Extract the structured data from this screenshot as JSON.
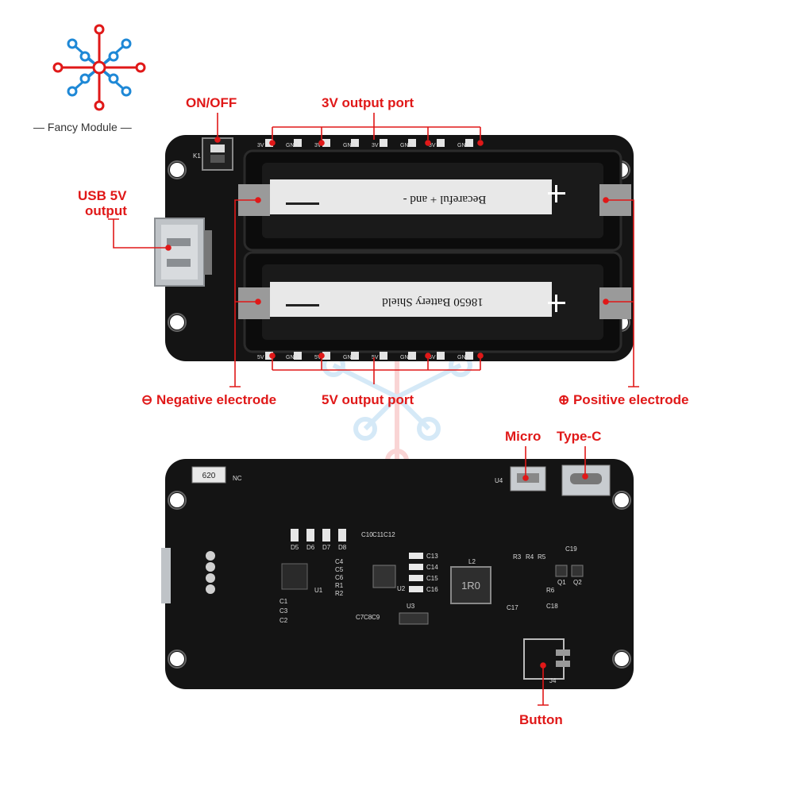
{
  "brand": {
    "name": "Fancy Module",
    "accent_red": "#e01818",
    "accent_blue": "#1e88d6"
  },
  "board_top": {
    "switch_label": "K1",
    "pin_labels": [
      "3V",
      "GND",
      "3V",
      "GND",
      "3V",
      "GND",
      "3V",
      "GND"
    ],
    "pin_labels_bottom": [
      "5V",
      "GND",
      "5V",
      "GND",
      "5V",
      "GND",
      "5V",
      "GND"
    ],
    "holder_text_1": "Becareful + and -",
    "holder_text_2": "18650 Battery Shield"
  },
  "board_bottom": {
    "silkscreen": [
      "NC",
      "U4",
      "D5",
      "D6",
      "D7",
      "D8",
      "C10",
      "C11",
      "C12",
      "C4",
      "C5",
      "C6",
      "R1",
      "R2",
      "U1",
      "C1",
      "C3",
      "C2",
      "U2",
      "C7",
      "C8",
      "C9",
      "U3",
      "C13",
      "C14",
      "C15",
      "C16",
      "L2",
      "R3",
      "R4",
      "R5",
      "C19",
      "Q1",
      "Q2",
      "R6",
      "C17",
      "C18",
      "J4"
    ],
    "resistor_code": "620",
    "inductor_code": "1R0"
  },
  "callouts": {
    "on_off": "ON/OFF",
    "v3_port": "3V output port",
    "usb_line1": "USB 5V",
    "usb_line2": "output",
    "negative": "⊖ Negative electrode",
    "v5_port": "5V output port",
    "positive": "⊕ Positive electrode",
    "micro": "Micro",
    "typec": "Type-C",
    "button": "Button"
  }
}
